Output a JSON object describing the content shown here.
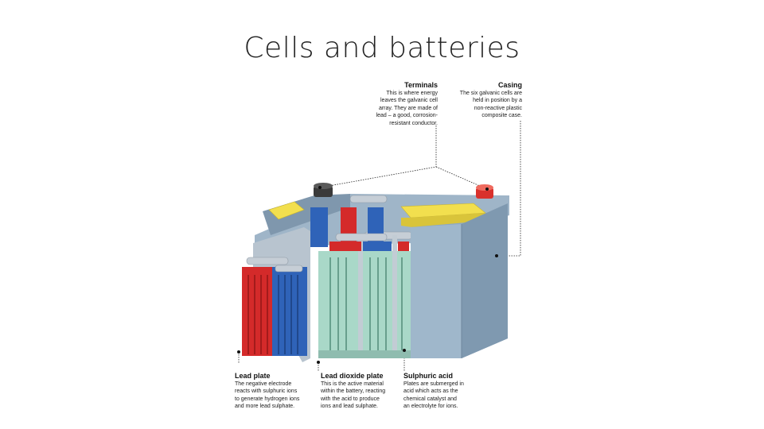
{
  "slide": {
    "title": "Cells and batteries"
  },
  "labels": {
    "terminals": {
      "heading": "Terminals",
      "lines": [
        "This is where energy",
        "leaves the galvanic cell",
        "array. They are made of",
        "lead – a good, corrosion-",
        "resistant conductor."
      ]
    },
    "casing": {
      "heading": "Casing",
      "lines": [
        "The six galvanic cells are",
        "held in position by a",
        "non-reactive plastic",
        "composite case."
      ]
    },
    "lead_plate": {
      "heading": "Lead plate",
      "lines": [
        "The negative electrode",
        "reacts with sulphuric ions",
        "to generate hydrogen ions",
        "and more lead sulphate."
      ]
    },
    "lead_dioxide_plate": {
      "heading": "Lead dioxide plate",
      "lines": [
        "This is the active material",
        "within the battery, reacting",
        "with the acid to produce",
        "ions and lead sulphate."
      ]
    },
    "sulphuric_acid": {
      "heading": "Sulphuric acid",
      "lines": [
        "Plates are submerged in",
        "acid which acts as the",
        "chemical catalyst and",
        "an electrolyte for ions."
      ]
    }
  },
  "colors": {
    "casing": "#8ea8bf",
    "lead_plate": "#d42a2a",
    "lead_dioxide_plate": "#2f63b8",
    "acid": "#a9d8c8",
    "cover": "#f2df4e",
    "terminal_pos": "#d9312c",
    "terminal_neg": "#3a3a3a"
  }
}
